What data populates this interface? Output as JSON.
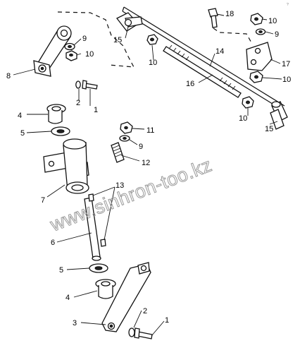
{
  "watermark": "www.sinhron-too.kz",
  "corner_mark": "?",
  "callouts": {
    "c1_top": "1",
    "c1_bottom": "1",
    "c2_top": "2",
    "c2_bottom": "2",
    "c3": "3",
    "c4_top": "4",
    "c4_bottom": "4",
    "c5_top": "5",
    "c5_bottom": "5",
    "c6": "6",
    "c7": "7",
    "c8": "8",
    "c9_left": "9",
    "c9_right": "9",
    "c9_mid": "9",
    "c10_left": "10",
    "c10_tr": "10",
    "c10_mid": "10",
    "c10_right": "10",
    "c10_low": "10",
    "c11": "11",
    "c12": "12",
    "c13": "13",
    "c14": "14",
    "c15_left": "15",
    "c15_right": "15",
    "c16": "16",
    "c17": "17",
    "c18": "18"
  },
  "colors": {
    "line": "#111111",
    "watermark": "#9a9a9a",
    "background": "#ffffff"
  }
}
